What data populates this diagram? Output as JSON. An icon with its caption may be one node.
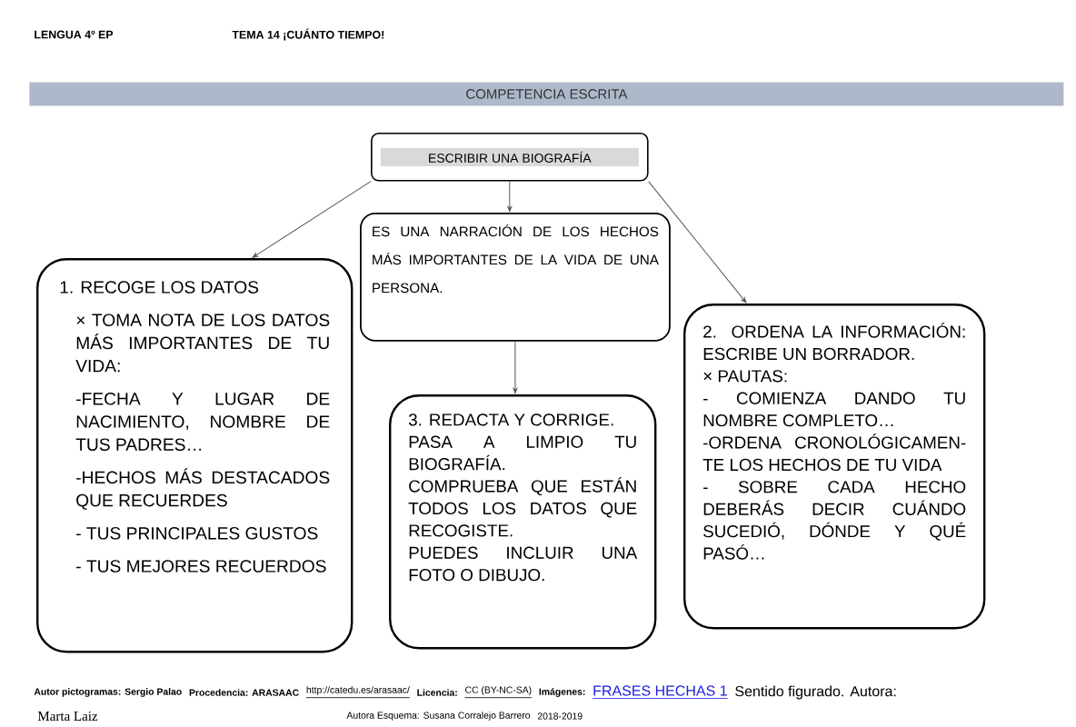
{
  "diagram": {
    "title": "COMPETENCIA ESCRITA",
    "nodes": [
      {
        "text": [
          "ESCRIBIR UNA BIOGRAFÍA"
        ]
      },
      {
        "text": [
          "ES UNA NARRACIÓN DE LOS HECHOS MÁS IMPORTANTES DE LA VIDA DE UNA PERSONA."
        ]
      },
      {
        "text": [
          "1. RECOGE LOS DATOS",
          "× TOMA NOTA DE LOS DATOS MÁS IMPORTANTES DE TU VIDA:",
          "-FECHA Y LUGAR DE NACIMIENTO, NOMBRE DE TUS PADRES…",
          "-HECHOS MÁS DESTACADOS QUE RECUERDES",
          "- TUS PRINCIPALES GUSTOS",
          "- TUS MEJORES RECUERDOS"
        ]
      },
      {
        "text": [
          "2. ORDENA LA INFORMACIÓN: ESCRIBE UN BORRADOR.",
          "× PAUTAS:",
          "- COMIENZA DANDO TU NOMBRE COMPLETO…",
          "-ORDENA CRONOLÓGICAMEN- TE LOS HECHOS DE TU VIDA",
          "- SOBRE CADA HECHO DEBERÁS DECIR CUÁNDO SUCEDIÓ, DÓNDE Y QUÉ PASÓ…"
        ]
      },
      {
        "text": [
          "3. REDACTA Y CORRIGE.",
          "PASA A LIMPIO TU BIOGRAFÍA.",
          "COMPRUEBA QUE ESTÁN TODOS LOS DATOS QUE RECOGISTE.",
          "PUEDES INCLUIR UNA FOTO O DIBUJO."
        ]
      }
    ],
    "edges": [
      {
        "from": 0,
        "to": 2,
        "arrow": "to"
      },
      {
        "from": 0,
        "to": 1,
        "arrow": "to"
      },
      {
        "from": 0,
        "to": 3,
        "arrow": "to"
      },
      {
        "from": 1,
        "to": 4,
        "arrow": "to"
      }
    ],
    "labels": [
      "LENGUA 4º EP",
      "TEMA 14 ¡CUÁNTO TIEMPO!",
      "Autor pictogramas: Sergio Palao",
      "Procedencia: ARASAAC",
      "http://catedu.es/arasaac/",
      "Licencia:",
      "CC (BY-NC-SA)",
      "Imágenes:",
      "FRASES HECHAS 1",
      "Sentido figurado. Autora:",
      "Marta Laiz",
      "Autora Esquema: Susana Corralejo Barrero",
      "2018-2019"
    ]
  }
}
